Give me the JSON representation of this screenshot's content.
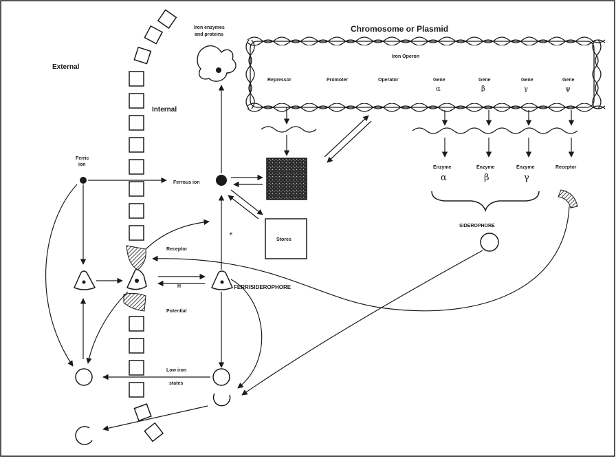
{
  "labels": {
    "external": "External",
    "internal": "Internal",
    "iron_enzymes_l1": "Iron enzymes",
    "iron_enzymes_l2": "and proteins",
    "chromosome": "Chromosome or Plasmid",
    "iron_operon": "Iron Operon",
    "repressor": "Repressor",
    "promoter": "Promoter",
    "operator": "Operator",
    "gene1": "Gene",
    "gene2": "Gene",
    "gene3": "Gene",
    "gene4": "Gene",
    "alpha": "α",
    "beta": "β",
    "gamma": "γ",
    "psi": "ψ",
    "enzyme1": "Enzyme",
    "enzyme2": "Enzyme",
    "enzyme3": "Enzyme",
    "receptor_gene_product": "Receptor",
    "ferric_l1": "Ferric",
    "ferric_l2": "ion",
    "ferrous": "Ferrous ion",
    "stores": "Stores",
    "siderophore": "SIDEROPHORE",
    "receptor": "Receptor",
    "ferrisiderophore": "FERRISIDEROPHORE",
    "potential": "Potential",
    "e_minus": "e",
    "h_plus": "H",
    "low_iron_l1": "Low iron",
    "low_iron_l2": "states"
  },
  "colors": {
    "ink": "#1a1a1a",
    "background": "#ffffff"
  }
}
